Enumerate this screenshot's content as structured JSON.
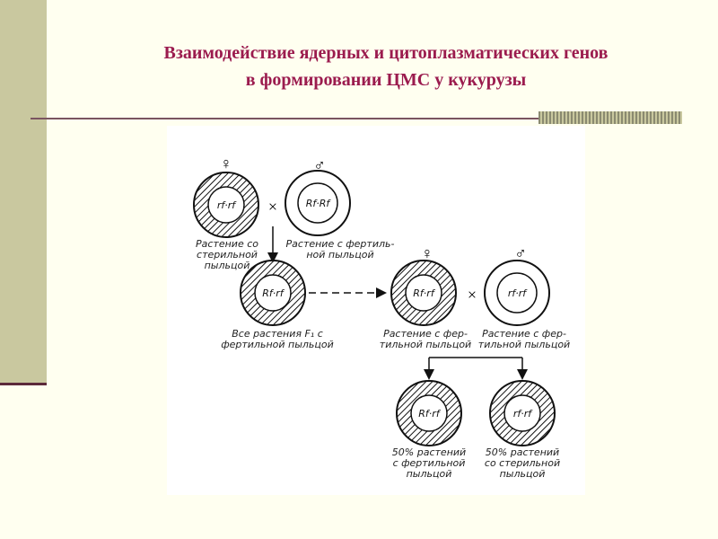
{
  "title_line1": "Взаимодействие ядерных и цитоплазматических генов",
  "title_line2": "в формировании ЦМС у кукурузы",
  "colors": {
    "title": "#9b1b4e",
    "side_bar": "#c9c89f",
    "background": "#fffff0"
  },
  "diagram": {
    "female_symbol": "♀",
    "male_symbol": "♂",
    "cross_symbol": "×",
    "parent_female": {
      "genotype": "rf·rf",
      "label": "Растение со\nстерильной\nпыльцой"
    },
    "parent_male": {
      "genotype": "Rf·Rf",
      "label": "Растение с фертиль-\nной пыльцой"
    },
    "f1": {
      "genotype": "Rf·rf",
      "label": "Все растения F₁ с\nфертильной пыльцой"
    },
    "cross2_female": {
      "genotype": "Rf·rf",
      "label": "Растение с фер-\nтильной пыльцой"
    },
    "cross2_male": {
      "genotype": "rf·rf",
      "label": "Растение с фер-\nтильной пыльцой"
    },
    "offspring_fertile": {
      "genotype": "Rf·rf",
      "label": "50% растений\nс фертильной\nпыльцой"
    },
    "offspring_sterile": {
      "genotype": "rf·rf",
      "label": "50% растений\nсо стерильной\nпыльцой"
    }
  }
}
